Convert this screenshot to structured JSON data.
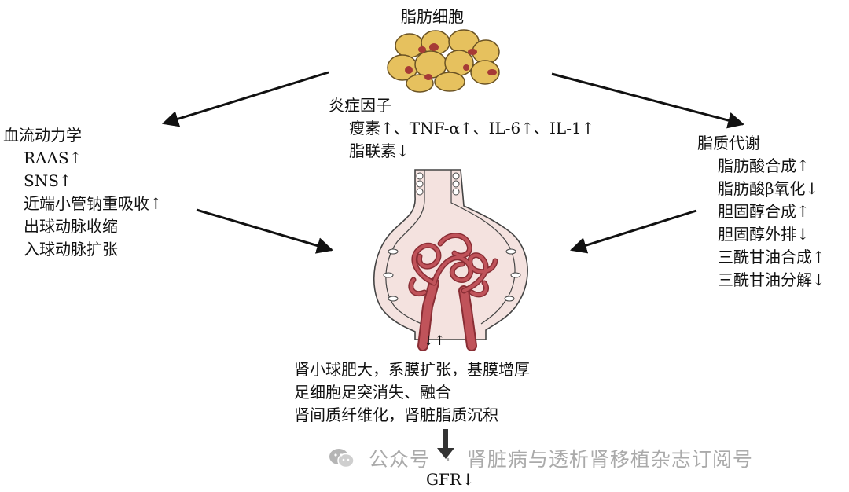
{
  "adipocyte": {
    "title": "脂肪细胞"
  },
  "inflammation": {
    "title": "炎症因子",
    "line1": "瘦素↑、TNF-α↑、IL-6↑、IL-1↑",
    "line2": "脂联素↓"
  },
  "hemodynamics": {
    "title": "血流动力学",
    "items": [
      "RAAS↑",
      "SNS↑",
      "近端小管钠重吸收↑",
      "出球动脉收缩",
      "入球动脉扩张"
    ]
  },
  "lipid_metabolism": {
    "title": "脂质代谢",
    "items": [
      "脂肪酸合成↑",
      "脂肪酸β氧化↓",
      "胆固醇合成↑",
      "胆固醇外排↓",
      "三酰甘油合成↑",
      "三酰甘油分解↓"
    ]
  },
  "flow_marker": "↓↑",
  "glomerulus_changes": {
    "lines": [
      "肾小球肥大，系膜扩张，基膜增厚",
      "足细胞足突消失、融合",
      "肾间质纤维化，肾脏脂质沉积"
    ]
  },
  "outcome": "GFR↓",
  "watermark": {
    "prefix": "公众号",
    "separator": "·",
    "name": "肾脏病与透析肾移植杂志订阅号"
  },
  "colors": {
    "fat_cell": "#e6c15e",
    "nucleus": "#a63a36",
    "capillary": "#c0535a",
    "capsule": "#f4e2df",
    "arrow": "#111111"
  }
}
